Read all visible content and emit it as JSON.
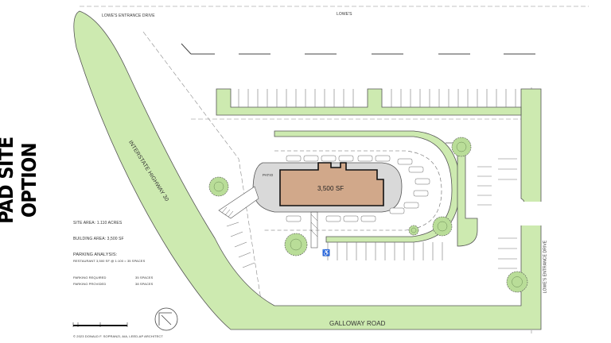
{
  "title": "PAD SITE OPTION",
  "labels": {
    "lowes_entrance_top": "LOWE'S ENTRANCE DRIVE",
    "lowes": "LOWE'S",
    "interstate": "INTERSTATE HIGHWAY 30",
    "galloway": "GALLOWAY ROAD",
    "lowes_entrance_right": "LOWE'S ENTRANCE DRIVE",
    "patio": "PATIO",
    "building_area": "3,500 SF"
  },
  "notes": {
    "site_area": "SITE AREA:  1.110 ACRES",
    "building_area": "BUILDING AREA:  3,500 SF",
    "parking_analysis": "PARKING ANALYSIS:",
    "restaurant": "RESTAURANT  3,500 SF @ 1:100 = 35 SPACES",
    "parking_required_label": "PARKING REQUIRED",
    "parking_required_value": "35 SPACES",
    "parking_provided_label": "PARKING PROVIDED",
    "parking_provided_value": "38 SPACES",
    "copyright": "© 2023 DONALD F. SOPRANZI, AIA, LEED-AP ARCHITECT"
  },
  "colors": {
    "landscape": "#cdeab0",
    "building": "#d1a88a",
    "pad": "#d9d9d9",
    "line": "#555555"
  }
}
